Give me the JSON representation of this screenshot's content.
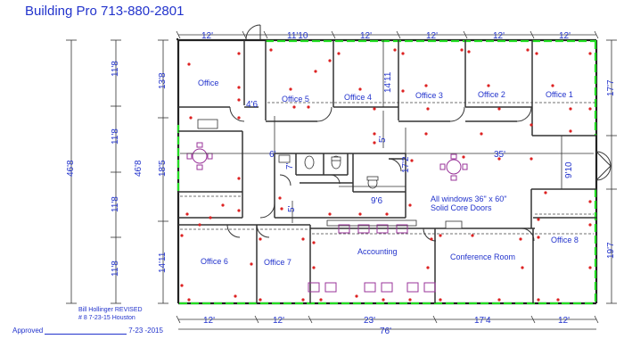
{
  "header": {
    "title": "Building Pro 713-880-2801"
  },
  "footer": {
    "revised_line1": "Bill Hollinger REVISED",
    "revised_line2": "# 8  7-23-15 Houston",
    "approved_label": "Approved",
    "approved_date": "7-23 -2015"
  },
  "rooms": {
    "office": "Office",
    "office5": "Office  5",
    "office4": "Office  4",
    "office3": "Office  3",
    "office2": "Office  2",
    "office1": "Office  1",
    "office6": "Office  6",
    "office7": "Office  7",
    "office8": "Office  8",
    "accounting": "Accounting",
    "conference": "Conference Room"
  },
  "notes": {
    "windows": "All windows 36\" x 60\"",
    "doors": "Solid Core Doors"
  },
  "dimensions": {
    "top": [
      "12'",
      "11'10",
      "12'",
      "12'",
      "12'",
      "12'"
    ],
    "bottom": [
      "12'",
      "12'",
      "23'",
      "17'4",
      "12'"
    ],
    "overall_width": "76'",
    "left_outer": [
      "11'8",
      "11'8",
      "11'8",
      "11'8"
    ],
    "left_outer_total": "46'8",
    "left_inner_total": "46'8",
    "left_inner": [
      "13'8",
      "18'5",
      "14'11"
    ],
    "right": [
      "17'7",
      "9'10",
      "19'7"
    ],
    "office_4_height": "14'11",
    "corridor_6": "6'",
    "corridor_35": "35'",
    "dim_5_upper": "5'",
    "dim_5_lower": "5'",
    "dim_7": "7'",
    "dim_9_6": "9'6",
    "dim_17_2": "17'2",
    "dim_4_6": "4'6"
  }
}
